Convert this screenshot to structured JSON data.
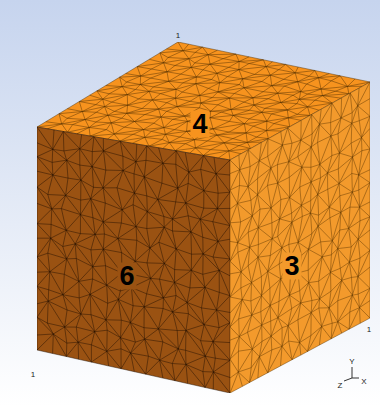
{
  "diagram": {
    "nodes": [
      {
        "text": [
          "4"
        ]
      },
      {
        "text": [
          "6"
        ]
      },
      {
        "text": [
          "3"
        ]
      }
    ],
    "labels": [
      "1",
      "1",
      "1",
      "Y",
      "Z",
      "X"
    ]
  }
}
